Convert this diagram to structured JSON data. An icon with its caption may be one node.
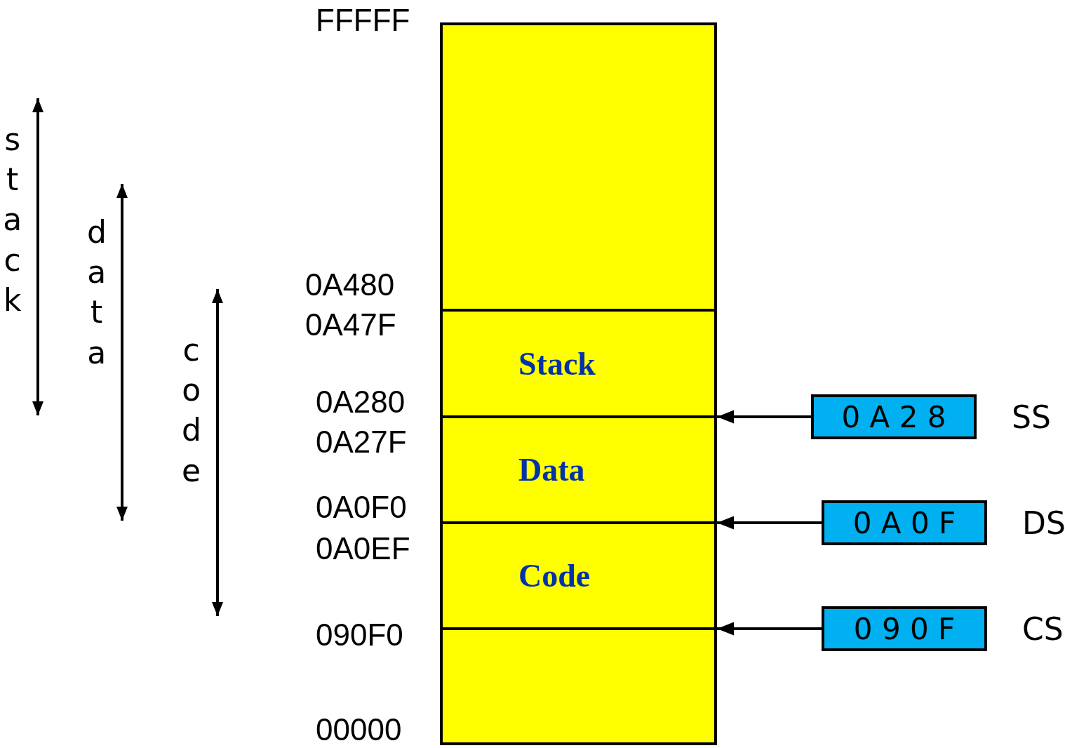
{
  "diagram": {
    "nodes": [
      {
        "text": [],
        "shape": "box"
      },
      {
        "text": [
          "Stack"
        ]
      },
      {
        "text": [
          "Data"
        ]
      },
      {
        "text": [
          "Code"
        ]
      },
      {
        "text": [],
        "shape": "box"
      },
      {
        "text": [
          "0 A 2 8"
        ],
        "beside": [
          "SS"
        ]
      },
      {
        "text": [
          "0 A 0 F"
        ],
        "beside": [
          "DS"
        ]
      },
      {
        "text": [
          "0 9 0 F"
        ],
        "beside": [
          "CS"
        ]
      }
    ],
    "edges": [
      {
        "from": 5,
        "to": 1,
        "arrow": "to"
      },
      {
        "from": 6,
        "to": 2,
        "arrow": "to"
      },
      {
        "from": 7,
        "to": 3,
        "arrow": "to"
      }
    ],
    "labels": [
      "FFFFF",
      "stack",
      "data",
      "0A480",
      "0A47F",
      "code",
      "0A280",
      "0A27F",
      "0A0F0",
      "0A0EF",
      "090F0",
      "00000"
    ]
  }
}
